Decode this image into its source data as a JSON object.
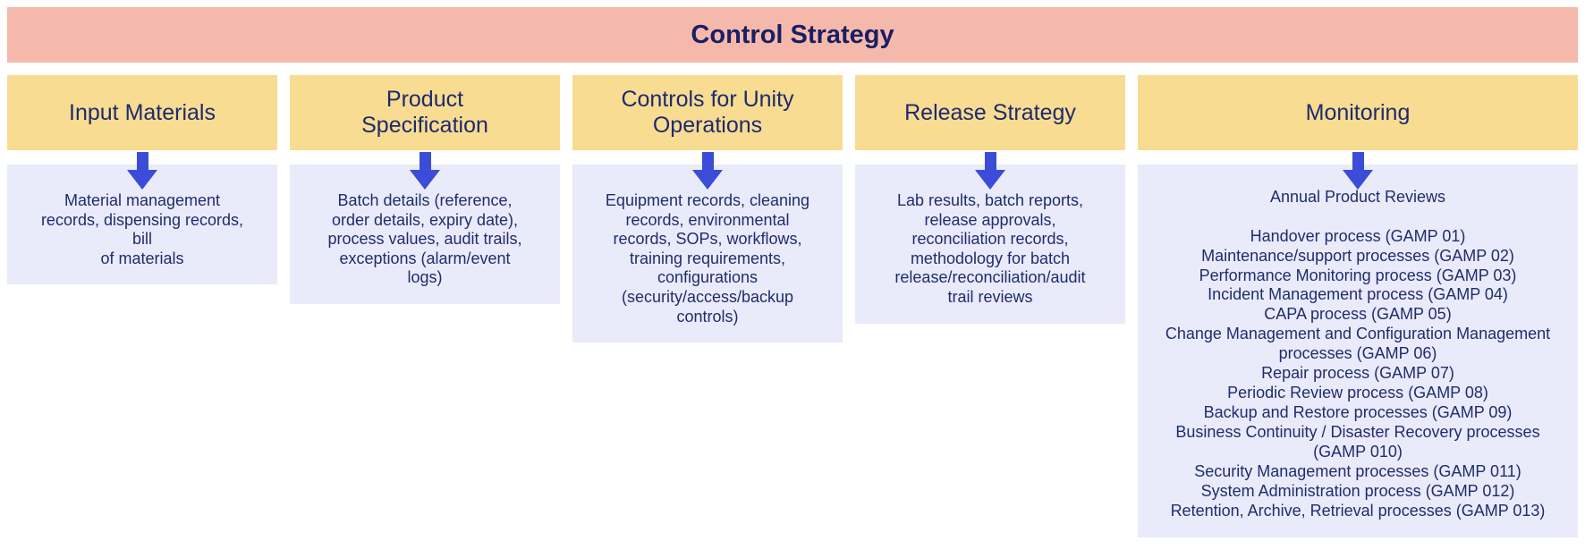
{
  "header": {
    "title": "Control Strategy"
  },
  "colors": {
    "banner_bg": "#f5b9ac",
    "column_header_bg": "#f7dc92",
    "content_bg": "#e9ebfa",
    "arrow": "#3b4cd8",
    "text": "#202c6d"
  },
  "columns": [
    {
      "title": "Input Materials",
      "body": "Material management\nrecords, dispensing records,\nbill\nof materials"
    },
    {
      "title": "Product Specification",
      "body": "Batch details (reference,\norder details, expiry date),\nprocess values, audit trails,\nexceptions (alarm/event\nlogs)"
    },
    {
      "title": "Controls for Unity Operations",
      "body": "Equipment records, cleaning\nrecords, environmental\nrecords, SOPs, workflows,\ntraining requirements,\nconfigurations\n(security/access/backup\ncontrols)"
    },
    {
      "title": "Release Strategy",
      "body": "Lab results, batch reports,\nrelease approvals,\nreconciliation records,\nmethodology for batch\nrelease/reconciliation/audit\ntrail reviews"
    },
    {
      "title": "Monitoring",
      "intro": "Annual Product Reviews",
      "items": [
        "Handover process (GAMP 01)",
        "Maintenance/support processes (GAMP 02)",
        "Performance Monitoring process (GAMP 03)",
        "Incident Management process (GAMP 04)",
        "CAPA process (GAMP 05)",
        "Change Management and Configuration Management processes (GAMP 06)",
        "Repair process (GAMP 07)",
        "Periodic Review process (GAMP 08)",
        "Backup and Restore processes (GAMP 09)",
        "Business Continuity / Disaster Recovery processes (GAMP 010)",
        "Security Management processes (GAMP 011)",
        "System Administration process (GAMP 012)",
        "Retention, Archive, Retrieval processes (GAMP 013)"
      ]
    }
  ]
}
